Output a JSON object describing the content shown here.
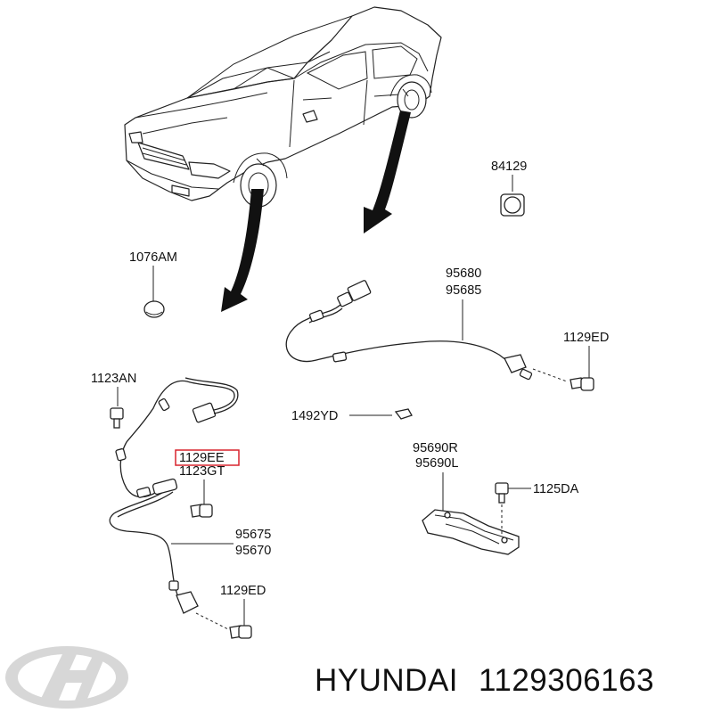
{
  "diagram": {
    "part_labels": {
      "p84129": "84129",
      "p1076AM": "1076AM",
      "p95680": "95680",
      "p95685": "95685",
      "p1129ED_top": "1129ED",
      "p1123AN": "1123AN",
      "p1492YD": "1492YD",
      "p1129EE": "1129EE",
      "p1123GT": "1123GT",
      "p95690R": "95690R",
      "p95690L": "95690L",
      "p1125DA": "1125DA",
      "p95675": "95675",
      "p95670": "95670",
      "p1129ED_bottom": "1129ED"
    },
    "highlighted_part": "1129EE",
    "highlight_color": "#d9232d"
  },
  "footer": {
    "brand": "HYUNDAI",
    "part_number": "1129306163",
    "logo_icon": "hyundai-logo-icon"
  }
}
